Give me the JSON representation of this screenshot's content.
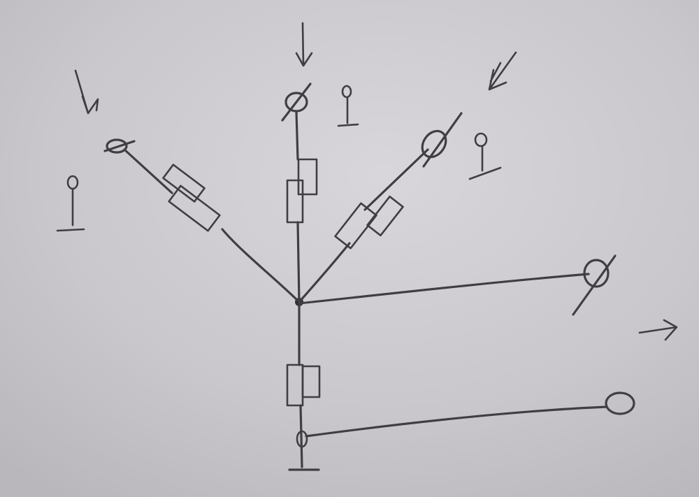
{
  "diagram": {
    "description_free": true,
    "colors": {
      "paper": "#c9c6cb",
      "paper_light": "#d6d3d8",
      "ink": "#3e3e44"
    },
    "branches": [
      {
        "id": "left-branch",
        "has_inlet_arrow": true,
        "has_pole_symbol": true,
        "supports": 2
      },
      {
        "id": "top-branch",
        "has_inlet_arrow": true,
        "has_pole_symbol": true,
        "supports": 2
      },
      {
        "id": "upper-right-branch",
        "has_inlet_arrow": true,
        "has_pole_symbol": true,
        "supports": 2
      },
      {
        "id": "right-branch",
        "has_inlet_arrow": false,
        "has_pole_symbol": false,
        "supports": 0
      },
      {
        "id": "bottom-stem",
        "has_inlet_arrow": false,
        "has_pole_symbol": false,
        "supports": 2
      },
      {
        "id": "bottom-right-branch",
        "has_inlet_arrow": true,
        "has_pole_symbol": false,
        "supports": 0
      }
    ]
  }
}
